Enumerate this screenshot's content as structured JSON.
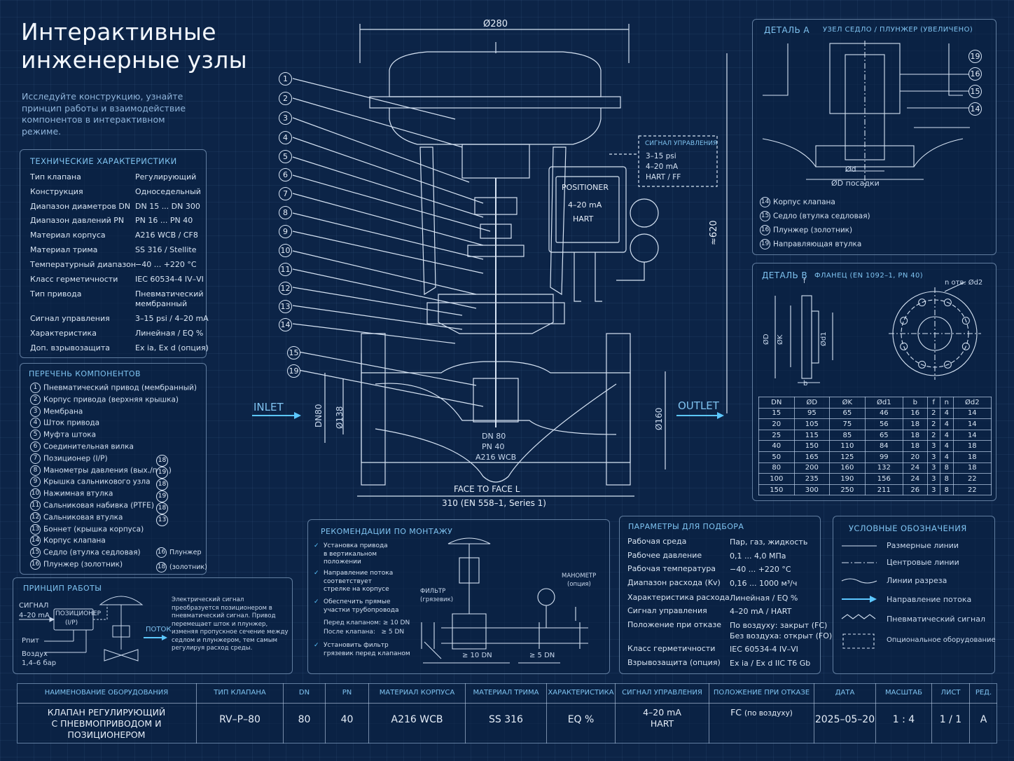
{
  "header": {
    "title_line1": "Интерактивные",
    "title_line2": "инженерные узлы",
    "subtitle": "Исследуйте конструкцию, узнайте принцип работы и взаимодействие компонентов в интерактивном режиме."
  },
  "specs": {
    "title": "ТЕХНИЧЕСКИЕ ХАРАКТЕРИСТИКИ",
    "rows": [
      {
        "k": "Тип клапана",
        "v": "Регулирующий"
      },
      {
        "k": "Конструкция",
        "v": "Односедельный"
      },
      {
        "k": "Диапазон диаметров DN",
        "v": "DN 15 ... DN 300"
      },
      {
        "k": "Диапазон давлений PN",
        "v": "PN 16 ... PN 40"
      },
      {
        "k": "Материал корпуса",
        "v": "A216 WCB / CF8"
      },
      {
        "k": "Материал трима",
        "v": "SS 316 / Stellite"
      },
      {
        "k": "Температурный диапазон",
        "v": "−40 ... +220 °C"
      },
      {
        "k": "Класс герметичности",
        "v": "IEC 60534-4 IV–VI"
      },
      {
        "k": "Тип привода",
        "v": "Пневматический мембранный"
      },
      {
        "k": "Сигнал управления",
        "v": "3–15 psi / 4–20 mA"
      },
      {
        "k": "Характеристика",
        "v": "Линейная / EQ %"
      },
      {
        "k": "Доп. взрывозащита",
        "v": "Ex ia, Ex d (опция)"
      }
    ]
  },
  "components": {
    "title": "ПЕРЕЧЕНЬ КОМПОНЕНТОВ",
    "items": [
      {
        "n": "1",
        "label": "Пневматический привод (мембранный)"
      },
      {
        "n": "2",
        "label": "Корпус привода (верхняя крышка)"
      },
      {
        "n": "3",
        "label": "Мембрана"
      },
      {
        "n": "4",
        "label": "Шток привода"
      },
      {
        "n": "5",
        "label": "Муфта штока"
      },
      {
        "n": "6",
        "label": "Соединительная вилка"
      },
      {
        "n": "7",
        "label": "Позиционер (I/P)"
      },
      {
        "n": "8",
        "label": "Манометры давления (вых./пит.)"
      },
      {
        "n": "9",
        "label": "Крышка сальникового узла"
      },
      {
        "n": "10",
        "label": "Нажимная втулка"
      },
      {
        "n": "11",
        "label": "Сальниковая набивка (PTFE)"
      },
      {
        "n": "12",
        "label": "Сальниковая втулка"
      },
      {
        "n": "13",
        "label": "Боннет (крышка корпуса)"
      },
      {
        "n": "14",
        "label": "Корпус клапана"
      },
      {
        "n": "15",
        "label": "Седло (втулка седловая)"
      },
      {
        "n": "16",
        "label": "Плунжер (золотник)"
      }
    ],
    "side_nums": [
      "18",
      "19",
      "18",
      "19",
      "18",
      "13"
    ],
    "side_extra": [
      {
        "n": "16",
        "label": "Плунжер"
      },
      {
        "n": "18",
        "label": "(золотник)"
      }
    ]
  },
  "principle": {
    "title": "ПРИНЦИП РАБОТЫ",
    "signal": "СИГНАЛ",
    "signal_value": "4–20 mA",
    "positioner": "ПОЗИЦИОНЕР",
    "positioner_sub": "(I/P)",
    "pit": "Рпит",
    "air": "Воздух",
    "air_value": "1,4–6 бар",
    "flow": "ПОТОК",
    "description": "Электрический сигнал преобразуется позиционером в пневматический сигнал. Привод перемещает шток и плунжер, изменяя пропускное сечение между седлом и плунжером, тем самым регулируя расход среды."
  },
  "drawing": {
    "dim_top": "Ø280",
    "dim_height": "≈620",
    "inlet": "INLET",
    "outlet": "OUTLET",
    "dn80_vert": "DN80",
    "d138": "Ø138",
    "d160": "Ø160",
    "body_dn": "DN 80",
    "body_pn": "PN 40",
    "body_mat": "A216 WCB",
    "face_label": "FACE TO FACE L",
    "face_value": "310 (EN 558–1, Series 1)",
    "positioner_title": "POSITIONER",
    "positioner_signal": "4–20 mA",
    "positioner_proto": "HART",
    "signal_box_title": "СИГНАЛ УПРАВЛЕНИЯ",
    "signal_box_lines": [
      "3–15 psi",
      "4–20 mA",
      "HART / FF"
    ],
    "callouts_left": [
      "1",
      "2",
      "3",
      "4",
      "5",
      "6",
      "7",
      "8",
      "9",
      "10",
      "11",
      "12",
      "13",
      "14",
      "15",
      "19"
    ]
  },
  "detailA": {
    "title": "ДЕТАЛЬ А",
    "subtitle": "УЗЕЛ СЕДЛО / ПЛУНЖЕР (УВЕЛИЧЕНО)",
    "callouts": [
      "19",
      "16",
      "15",
      "14"
    ],
    "dim_d": "Ød",
    "dim_D": "ØD посадки",
    "legend": [
      {
        "n": "14",
        "label": "Корпус клапана"
      },
      {
        "n": "15",
        "label": "Седло (втулка седловая)"
      },
      {
        "n": "16",
        "label": "Плунжер (золотник)"
      },
      {
        "n": "19",
        "label": "Направляющая втулка"
      }
    ]
  },
  "detailB": {
    "title": "ДЕТАЛЬ В",
    "subtitle": "ФЛАНЕЦ (EN 1092–1, PN 40)",
    "holes_label": "n отв. Ød2",
    "dims": {
      "D": "ØD",
      "K": "ØK",
      "d1": "Ød1",
      "f": "f",
      "b": "b"
    },
    "table": {
      "headers": [
        "DN",
        "ØD",
        "ØK",
        "Ød1",
        "b",
        "f",
        "n",
        "Ød2"
      ],
      "rows": [
        [
          "15",
          "95",
          "65",
          "46",
          "16",
          "2",
          "4",
          "14"
        ],
        [
          "20",
          "105",
          "75",
          "56",
          "18",
          "2",
          "4",
          "14"
        ],
        [
          "25",
          "115",
          "85",
          "65",
          "18",
          "2",
          "4",
          "14"
        ],
        [
          "40",
          "150",
          "110",
          "84",
          "18",
          "3",
          "4",
          "18"
        ],
        [
          "50",
          "165",
          "125",
          "99",
          "20",
          "3",
          "4",
          "18"
        ],
        [
          "80",
          "200",
          "160",
          "132",
          "24",
          "3",
          "8",
          "18"
        ],
        [
          "100",
          "235",
          "190",
          "156",
          "24",
          "3",
          "8",
          "22"
        ],
        [
          "150",
          "300",
          "250",
          "211",
          "26",
          "3",
          "8",
          "22"
        ]
      ]
    }
  },
  "mounting": {
    "title": "РЕКОМЕНДАЦИИ ПО МОНТАЖУ",
    "items": [
      [
        "Установка привода",
        "в вертикальном",
        "положении"
      ],
      [
        "Направление потока",
        "соответствует",
        "стрелке на корпусе"
      ],
      [
        "Обеспечить прямые",
        "участки трубопровода"
      ],
      [
        "Установить фильтр",
        "грязевик перед клапаном"
      ]
    ],
    "before": "Перед клапаном: ≥ 10 DN",
    "after": "После клапана:   ≥ 5 DN",
    "filter": "ФИЛЬТР",
    "filter_sub": "(грязевик)",
    "manometer": "МАНОМЕТР",
    "manometer_sub": "(опция)",
    "dim_10": "≥ 10 DN",
    "dim_5": "≥ 5 DN"
  },
  "selection": {
    "title": "ПАРАМЕТРЫ ДЛЯ ПОДБОРА",
    "rows": [
      {
        "k": "Рабочая среда",
        "v": "Пар, газ, жидкость"
      },
      {
        "k": "Рабочее давление",
        "v": "0,1 ... 4,0 МПа"
      },
      {
        "k": "Рабочая температура",
        "v": "−40 ... +220 °C"
      },
      {
        "k": "Диапазон расхода (Kv)",
        "v": "0,16 ... 1000 м³/ч"
      },
      {
        "k": "Характеристика расхода",
        "v": "Линейная / EQ %"
      },
      {
        "k": "Сигнал управления",
        "v": "4–20 mA / HART"
      },
      {
        "k": "Положение при отказе",
        "v": "По воздуху: закрыт (FC)",
        "v2": "Без воздуха: открыт (FO)"
      },
      {
        "k": "Класс герметичности",
        "v": "IEC 60534-4 IV–VI"
      },
      {
        "k": "Взрывозащита (опция)",
        "v": "Ex ia / Ex d IIC T6 Gb"
      }
    ]
  },
  "legend": {
    "title": "УСЛОВНЫЕ ОБОЗНАЧЕНИЯ",
    "items": [
      "Размерные линии",
      "Центровые линии",
      "Линии разреза",
      "Направление потока",
      "Пневматический сигнал",
      "Опциональное оборудование"
    ]
  },
  "titleblock": {
    "cells": [
      {
        "h": "НАИМЕНОВАНИЕ ОБОРУДОВАНИЯ",
        "v": "КЛАПАН РЕГУЛИРУЮЩИЙ",
        "v2": "С ПНЕВМОПРИВОДОМ И ПОЗИЦИОНЕРОМ"
      },
      {
        "h": "ТИП КЛАПАНА",
        "v": "RV–P–80"
      },
      {
        "h": "DN",
        "v": "80"
      },
      {
        "h": "PN",
        "v": "40"
      },
      {
        "h": "МАТЕРИАЛ КОРПУСА",
        "v": "A216 WCB"
      },
      {
        "h": "МАТЕРИАЛ ТРИМА",
        "v": "SS 316"
      },
      {
        "h": "ХАРАКТЕРИСТИКА",
        "v": "EQ %"
      },
      {
        "h": "СИГНАЛ УПРАВЛЕНИЯ",
        "v": "4–20 mA",
        "v2": "HART"
      },
      {
        "h": "ПОЛОЖЕНИЕ ПРИ ОТКАЗЕ",
        "v": "FC",
        "v2": "(по воздуху)"
      },
      {
        "h": "ДАТА",
        "v": "2025–05–20"
      },
      {
        "h": "МАСШТАБ",
        "v": "1 : 4"
      },
      {
        "h": "ЛИСТ",
        "v": "1 / 1"
      },
      {
        "h": "РЕД.",
        "v": "A"
      }
    ]
  },
  "colors": {
    "background": "#0c2447",
    "line": "#c9d8ec",
    "accent": "#5cc7ff",
    "heading": "#7fc3f0"
  }
}
